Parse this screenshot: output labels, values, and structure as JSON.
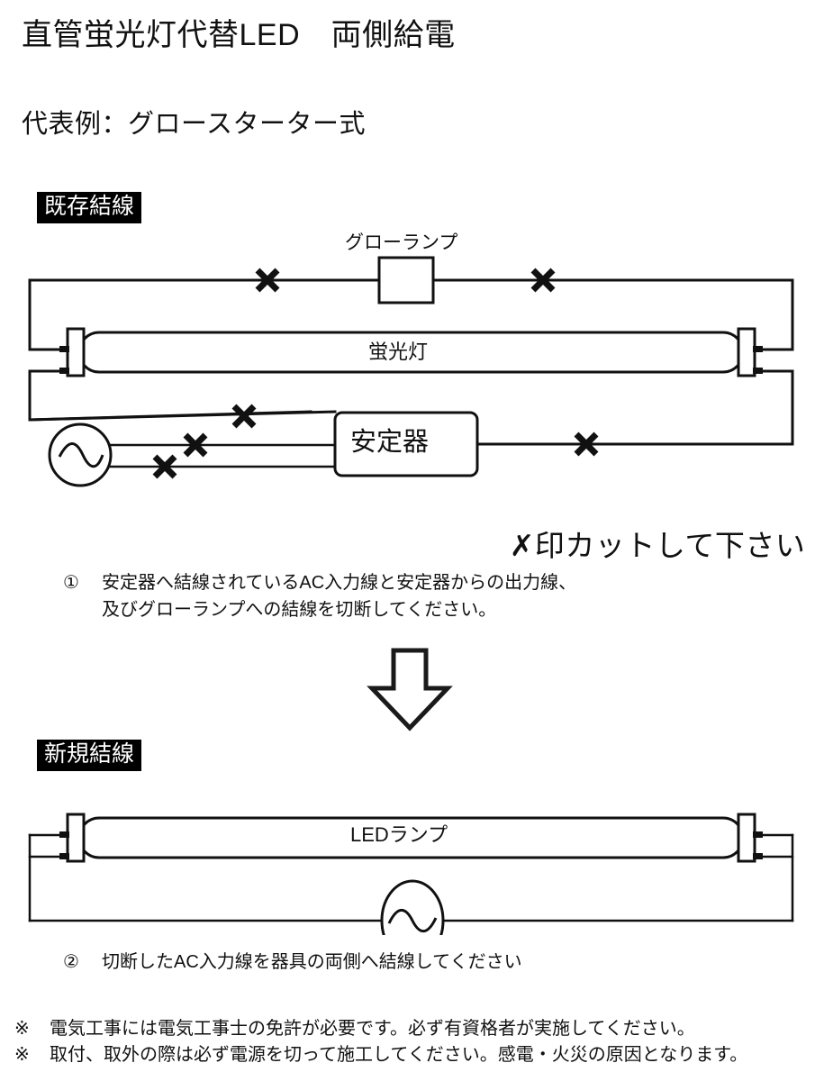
{
  "document": {
    "title": "直管蛍光灯代替LED　両側給電",
    "subtitle": "代表例：グロースターター式"
  },
  "sections": {
    "existing": {
      "tag": "既存結線",
      "labels": {
        "glow_lamp": "グローランプ",
        "fluorescent": "蛍光灯",
        "ballast": "安定器"
      },
      "cut_note": {
        "mark": "✗",
        "text": "印カットして下さい"
      }
    },
    "new": {
      "tag": "新規結線",
      "labels": {
        "led_lamp": "LEDランプ"
      }
    }
  },
  "steps": [
    {
      "number": "①",
      "line1": "安定器へ結線されているAC入力線と安定器からの出力線、",
      "line2": "及びグローランプへの結線を切断してください。"
    },
    {
      "number": "②",
      "line1": "切断したAC入力線を器具の両側へ結線してください"
    }
  ],
  "notes": [
    {
      "mark": "※",
      "text": "電気工事には電気工事士の免許が必要です。必ず有資格者が実施してください。"
    },
    {
      "mark": "※",
      "text": "取付、取外の際は必ず電源を切って施工してください。感電・火災の原因となります。"
    }
  ],
  "colors": {
    "ink": "#111111",
    "paper": "#ffffff",
    "tag_bg": "#000000",
    "tag_fg": "#ffffff"
  },
  "diagram": {
    "cut_marks_existing": 6,
    "ac_source_symbol": "sine-wave-circle",
    "flow_arrow": "down-arrow"
  }
}
